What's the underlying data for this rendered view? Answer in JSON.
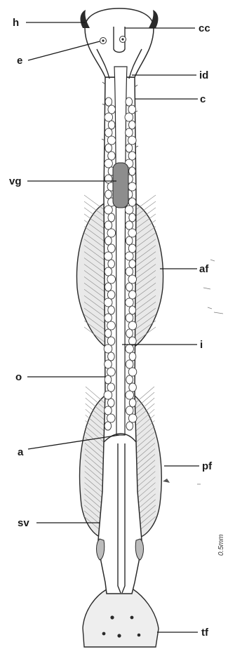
{
  "labels": {
    "h": "h",
    "cc": "cc",
    "e": "e",
    "id": "id",
    "c": "c",
    "vg": "vg",
    "af": "af",
    "i": "i",
    "o": "o",
    "a": "a",
    "pf": "pf",
    "sv": "sv",
    "tf": "tf"
  },
  "scale_bar_text": "0.5mm",
  "colors": {
    "ink": "#1a1a1a",
    "fin_shade": "#e9e9e9",
    "ventral_ganglion": "#8d8d8d"
  }
}
